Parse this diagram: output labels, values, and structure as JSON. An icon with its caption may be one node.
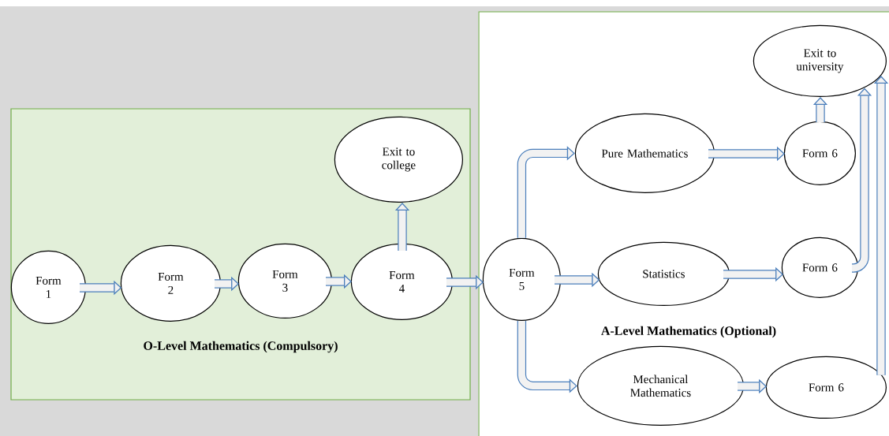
{
  "diagram": {
    "nodes": [
      {
        "text": [
          "O-Level Mathematics (Compulsory)"
        ]
      },
      {
        "text": [
          "Form 1"
        ],
        "in": 0
      },
      {
        "text": [
          "Form 2"
        ],
        "in": 0
      },
      {
        "text": [
          "Form 3"
        ],
        "in": 0
      },
      {
        "text": [
          "Form 4"
        ],
        "in": 0
      },
      {
        "text": [
          "Exit to college"
        ],
        "in": 0
      },
      {
        "text": [
          "A-Level Mathematics (Optional)"
        ]
      },
      {
        "text": [
          "Exit to university"
        ],
        "in": 6
      },
      {
        "text": [
          "Form 5"
        ],
        "in": 6
      },
      {
        "text": [
          "Pure Mathematics"
        ],
        "in": 6
      },
      {
        "text": [
          "Form 6"
        ],
        "in": 6
      },
      {
        "text": [
          "Statistics"
        ],
        "in": 6
      },
      {
        "text": [
          "Form 6"
        ],
        "in": 6
      },
      {
        "text": [
          "Mechanical Mathematics"
        ],
        "in": 6
      },
      {
        "text": [
          "Form 6"
        ],
        "in": 6
      }
    ],
    "edges": [
      {
        "from": 1,
        "to": 2,
        "arrow": "to"
      },
      {
        "from": 2,
        "to": 3,
        "arrow": "to"
      },
      {
        "from": 3,
        "to": 4,
        "arrow": "to"
      },
      {
        "from": 4,
        "to": 5,
        "arrow": "to"
      },
      {
        "from": 4,
        "to": 8,
        "arrow": "to"
      },
      {
        "from": 8,
        "to": 9,
        "arrow": "to"
      },
      {
        "from": 8,
        "to": 11,
        "arrow": "to"
      },
      {
        "from": 8,
        "to": 13,
        "arrow": "to"
      },
      {
        "from": 9,
        "to": 10,
        "arrow": "to"
      },
      {
        "from": 11,
        "to": 12,
        "arrow": "to"
      },
      {
        "from": 13,
        "to": 14,
        "arrow": "to"
      },
      {
        "from": 10,
        "to": 7,
        "arrow": "to"
      },
      {
        "from": 12,
        "to": 7,
        "arrow": "to"
      },
      {
        "from": 14,
        "to": 7,
        "arrow": "to"
      }
    ]
  }
}
